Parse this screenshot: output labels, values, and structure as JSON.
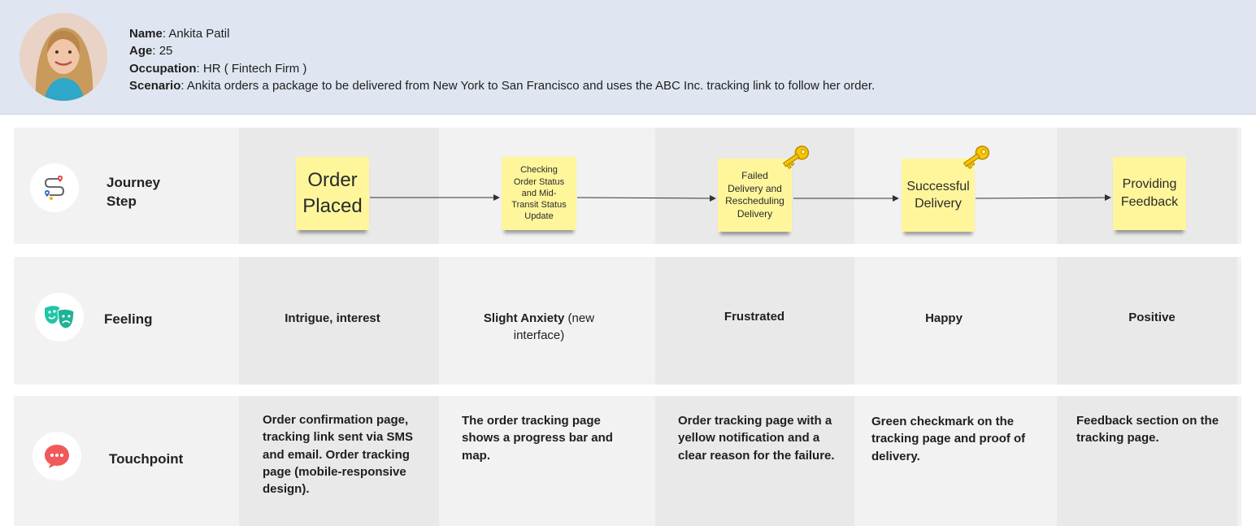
{
  "persona": {
    "name_label": "Name",
    "name": "Ankita Patil",
    "age_label": "Age",
    "age": "25",
    "occupation_label": "Occupation",
    "occupation": "HR ( Fintech Firm )",
    "scenario_label": "Scenario",
    "scenario": "Ankita orders a package to be delivered from New York to San Francisco and uses the ABC Inc. tracking link to follow her order."
  },
  "rows": {
    "journey": "Journey\nStep",
    "feeling": "Feeling",
    "touchpoint": "Touchpoint"
  },
  "steps": [
    {
      "label": "Order\nPlaced",
      "has_key": false
    },
    {
      "label": "Checking\nOrder Status\nand Mid-\nTransit Status\nUpdate",
      "has_key": false
    },
    {
      "label": "Failed\nDelivery and\nRescheduling\nDelivery",
      "has_key": true
    },
    {
      "label": "Successful\nDelivery",
      "has_key": true
    },
    {
      "label": "Providing\nFeedback",
      "has_key": false
    }
  ],
  "feelings": [
    {
      "bold": "Intrigue, interest",
      "rest": ""
    },
    {
      "bold": "Slight Anxiety",
      "rest": " (new interface)"
    },
    {
      "bold": "Frustrated",
      "rest": ""
    },
    {
      "bold": "Happy",
      "rest": ""
    },
    {
      "bold": "Positive",
      "rest": ""
    }
  ],
  "touchpoints": [
    "Order confirmation page, tracking link sent via SMS and email. Order tracking page (mobile-responsive design).",
    "The order tracking page shows a progress bar and map.",
    "Order tracking page with a yellow notification and a clear reason for the failure.",
    "Green checkmark on the tracking page and proof of delivery.",
    "Feedback section on the tracking page."
  ],
  "colors": {
    "header_bg": "#dfe6f1",
    "row_bg": "#f2f2f2",
    "column_shade": "#e9e9e9",
    "sticky_note": "#fff69b",
    "feeling_icon": "#22c6a8",
    "touchpoint_icon": "#f15a5a",
    "key_icon": "#f7c600"
  },
  "icons": {
    "avatar": "persona-photo",
    "journey": "route-pin-icon",
    "feeling": "theater-masks-icon",
    "touchpoint": "chat-bubble-icon",
    "step_marker": "key-icon"
  }
}
